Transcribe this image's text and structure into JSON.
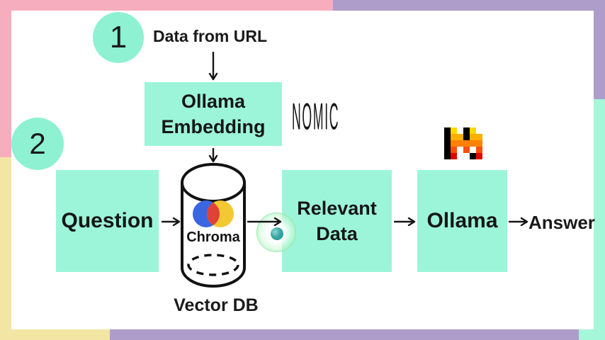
{
  "frame": {
    "pink": "#F6AEBE",
    "purple": "#AE9CCB",
    "yellow": "#F3E6A4",
    "mint": "#A4F7D8"
  },
  "palette": {
    "node_fill": "#9CF5D8",
    "step_circle_fill": "#8DF1D2",
    "text": "#1A1A1A"
  },
  "steps": [
    {
      "number": "1",
      "label": "Data from URL"
    },
    {
      "number": "2"
    }
  ],
  "pipeline": {
    "embedding_box": {
      "line1": "Ollama",
      "line2": "Embedding"
    },
    "question_box": {
      "label": "Question"
    },
    "chroma": {
      "name": "Chroma",
      "caption": "Vector DB"
    },
    "relevant_box": {
      "line1": "Relevant",
      "line2": "Data"
    },
    "ollama_box": {
      "label": "Ollama"
    },
    "answer_label": "Answer"
  },
  "logos": {
    "nomic_text": "NOMIC",
    "mistral": {
      "icon": "mistral-m-logo",
      "palette": [
        "#FFD800",
        "#FFAF00",
        "#FF8205",
        "#FA500F",
        "#E10500",
        "#000000"
      ]
    },
    "chroma_icon": {
      "name": "chroma-logo",
      "blue": "#3B66E3",
      "red": "#E04238",
      "yellow": "#F2C833"
    }
  }
}
